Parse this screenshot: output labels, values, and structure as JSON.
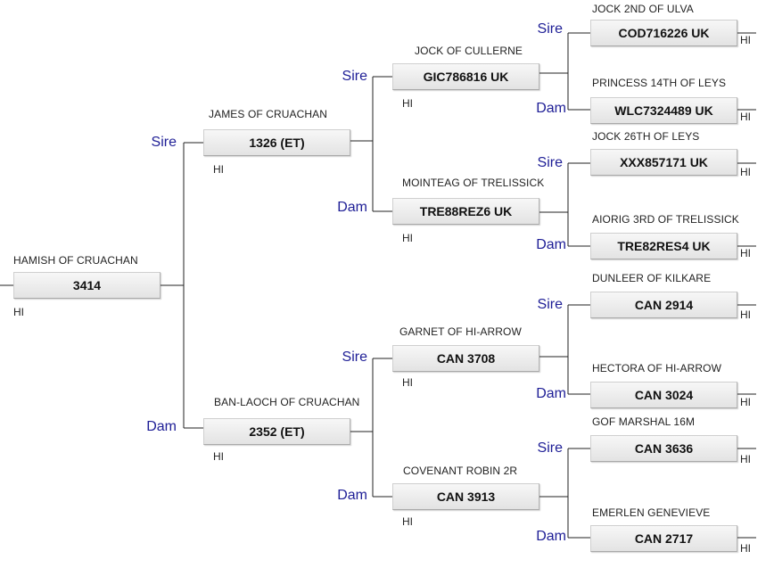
{
  "nodes": [
    {
      "key": "subject",
      "name": "HAMISH OF CRUACHAN",
      "reg": "3414",
      "tag": "HI"
    },
    {
      "key": "sire",
      "name": "JAMES OF CRUACHAN",
      "reg": "1326 (ET)",
      "tag": "HI"
    },
    {
      "key": "dam",
      "name": "BAN-LAOCH OF CRUACHAN",
      "reg": "2352 (ET)",
      "tag": "HI"
    },
    {
      "key": "sire-sire",
      "name": "JOCK OF CULLERNE",
      "reg": "GIC786816 UK",
      "tag": "HI"
    },
    {
      "key": "sire-dam",
      "name": "MOINTEAG OF TRELISSICK",
      "reg": "TRE88REZ6 UK",
      "tag": "HI"
    },
    {
      "key": "dam-sire",
      "name": "GARNET OF HI-ARROW",
      "reg": "CAN 3708",
      "tag": "HI"
    },
    {
      "key": "dam-dam",
      "name": "COVENANT ROBIN 2R",
      "reg": "CAN 3913",
      "tag": "HI"
    },
    {
      "key": "sire-sire-sire",
      "name": "JOCK 2ND OF ULVA",
      "reg": "COD716226 UK",
      "tag": "HI"
    },
    {
      "key": "sire-sire-dam",
      "name": "PRINCESS 14TH OF LEYS",
      "reg": "WLC7324489 UK",
      "tag": "HI"
    },
    {
      "key": "sire-dam-sire",
      "name": "JOCK 26TH OF LEYS",
      "reg": "XXX857171 UK",
      "tag": "HI"
    },
    {
      "key": "sire-dam-dam",
      "name": "AIORIG 3RD OF TRELISSICK",
      "reg": "TRE82RES4 UK",
      "tag": "HI"
    },
    {
      "key": "dam-sire-sire",
      "name": "DUNLEER OF KILKARE",
      "reg": "CAN 2914",
      "tag": "HI"
    },
    {
      "key": "dam-sire-dam",
      "name": "HECTORA OF HI-ARROW",
      "reg": "CAN 3024",
      "tag": "HI"
    },
    {
      "key": "dam-dam-sire",
      "name": "GOF MARSHAL 16M",
      "reg": "CAN 3636",
      "tag": "HI"
    },
    {
      "key": "dam-dam-dam",
      "name": "EMERLEN GENEVIEVE",
      "reg": "CAN 2717",
      "tag": "HI"
    }
  ],
  "labels": {
    "sire": "Sire",
    "dam": "Dam"
  },
  "colors": {
    "relation": "#1e1e96",
    "line": "#222222",
    "box_top": "#f7f7f7",
    "box_bottom": "#e3e3e3"
  }
}
